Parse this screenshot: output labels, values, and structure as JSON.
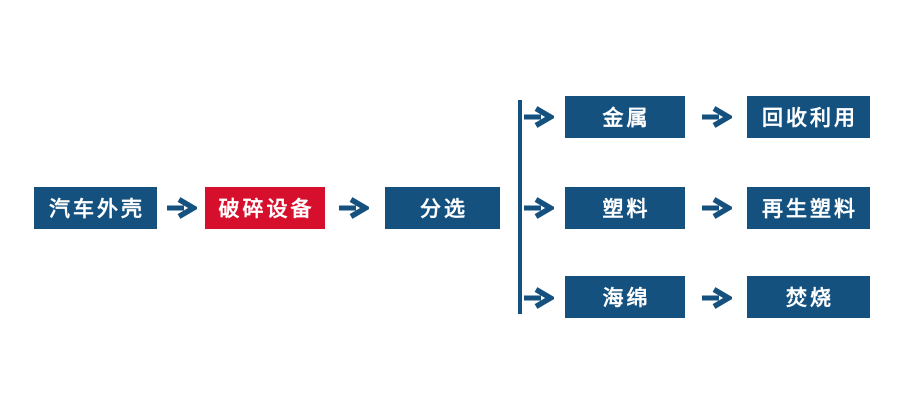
{
  "diagram": {
    "type": "flowchart",
    "background": "#FFFFFF",
    "colors": {
      "node": "#15517F",
      "highlight_node": "#D60F2C",
      "arrow": "#15517F",
      "node_text": "#FFFFFF"
    },
    "arrow_glyph": "→",
    "main_flow": {
      "source": "汽车外壳",
      "process": "破碎设备",
      "sort": "分选"
    },
    "branches": [
      {
        "material": "金属",
        "result": "回收利用"
      },
      {
        "material": "塑料",
        "result": "再生塑料"
      },
      {
        "material": "海绵",
        "result": "焚烧"
      }
    ]
  }
}
